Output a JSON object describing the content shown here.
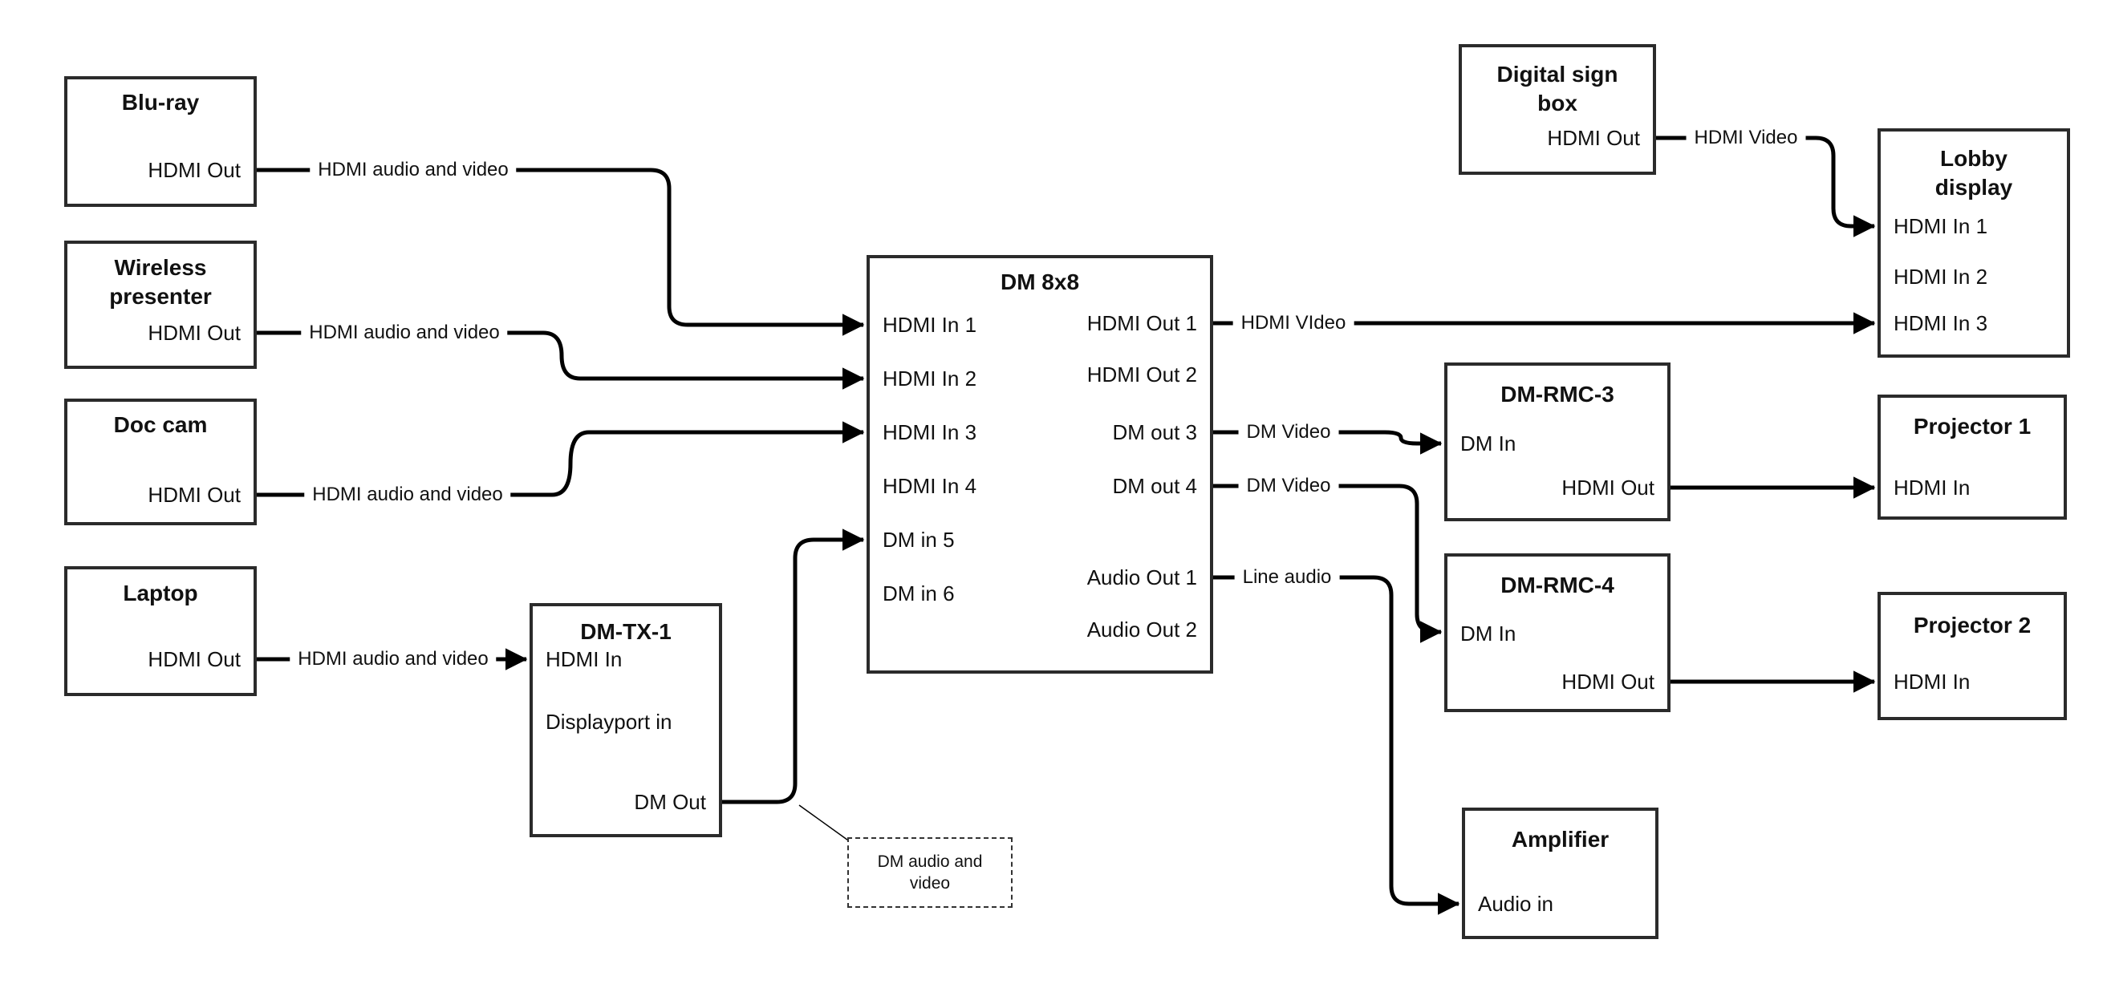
{
  "canvas": {
    "background_color": "#ffffff",
    "wire_color": "#000000",
    "box_border_color": "#2b2b2b",
    "text_color": "#111111"
  },
  "nodes": {
    "bluray": {
      "title": "Blu-ray",
      "ports": [
        "HDMI Out"
      ]
    },
    "wireless_presenter": {
      "title": "Wireless\npresenter",
      "ports": [
        "HDMI Out"
      ]
    },
    "doc_cam": {
      "title": "Doc cam",
      "ports": [
        "HDMI Out"
      ]
    },
    "laptop": {
      "title": "Laptop",
      "ports": [
        "HDMI Out"
      ]
    },
    "dm_tx_1": {
      "title": "DM-TX-1",
      "ports": [
        "HDMI In",
        "Displayport in",
        "DM Out"
      ]
    },
    "dm_8x8": {
      "title": "DM 8x8",
      "inputs": [
        "HDMI In 1",
        "HDMI In 2",
        "HDMI In 3",
        "HDMI In 4",
        "DM in 5",
        "DM in 6"
      ],
      "outputs": [
        "HDMI Out 1",
        "HDMI Out 2",
        "DM out 3",
        "DM out 4",
        "Audio Out 1",
        "Audio Out 2"
      ]
    },
    "digital_sign_box": {
      "title": "Digital sign\nbox",
      "ports": [
        "HDMI Out"
      ]
    },
    "lobby_display": {
      "title": "Lobby\ndisplay",
      "ports": [
        "HDMI In 1",
        "HDMI In 2",
        "HDMI In 3"
      ]
    },
    "dm_rmc_3": {
      "title": "DM-RMC-3",
      "ports": [
        "DM In",
        "HDMI Out"
      ]
    },
    "dm_rmc_4": {
      "title": "DM-RMC-4",
      "ports": [
        "DM In",
        "HDMI Out"
      ]
    },
    "projector_1": {
      "title": "Projector 1",
      "ports": [
        "HDMI In"
      ]
    },
    "projector_2": {
      "title": "Projector 2",
      "ports": [
        "HDMI In"
      ]
    },
    "amplifier": {
      "title": "Amplifier",
      "ports": [
        "Audio in"
      ]
    }
  },
  "wire_labels": [
    {
      "label": "HDMI audio and video",
      "from": "Blu-ray HDMI Out",
      "to": "DM 8x8 HDMI In 1"
    },
    {
      "label": "HDMI audio and video",
      "from": "Wireless presenter HDMI Out",
      "to": "DM 8x8 HDMI In 2"
    },
    {
      "label": "HDMI audio and video",
      "from": "Doc cam HDMI Out",
      "to": "DM 8x8 HDMI In 3"
    },
    {
      "label": "HDMI audio and video",
      "from": "Laptop HDMI Out",
      "to": "DM-TX-1 HDMI In"
    },
    {
      "label": "HDMI VIdeo",
      "from": "DM 8x8 HDMI Out 1",
      "to": "Lobby display HDMI In 3"
    },
    {
      "label": "DM Video",
      "from": "DM 8x8 DM out 3",
      "to": "DM-RMC-3 DM In"
    },
    {
      "label": "DM Video",
      "from": "DM 8x8 DM out 4",
      "to": "DM-RMC-4 DM In"
    },
    {
      "label": "Line audio",
      "from": "DM 8x8 Audio Out 1",
      "to": "Amplifier Audio in"
    },
    {
      "label": "HDMI Video",
      "from": "Digital sign box HDMI Out",
      "to": "Lobby display HDMI In 1"
    }
  ],
  "callout": {
    "text": "DM audio and\nvideo"
  }
}
